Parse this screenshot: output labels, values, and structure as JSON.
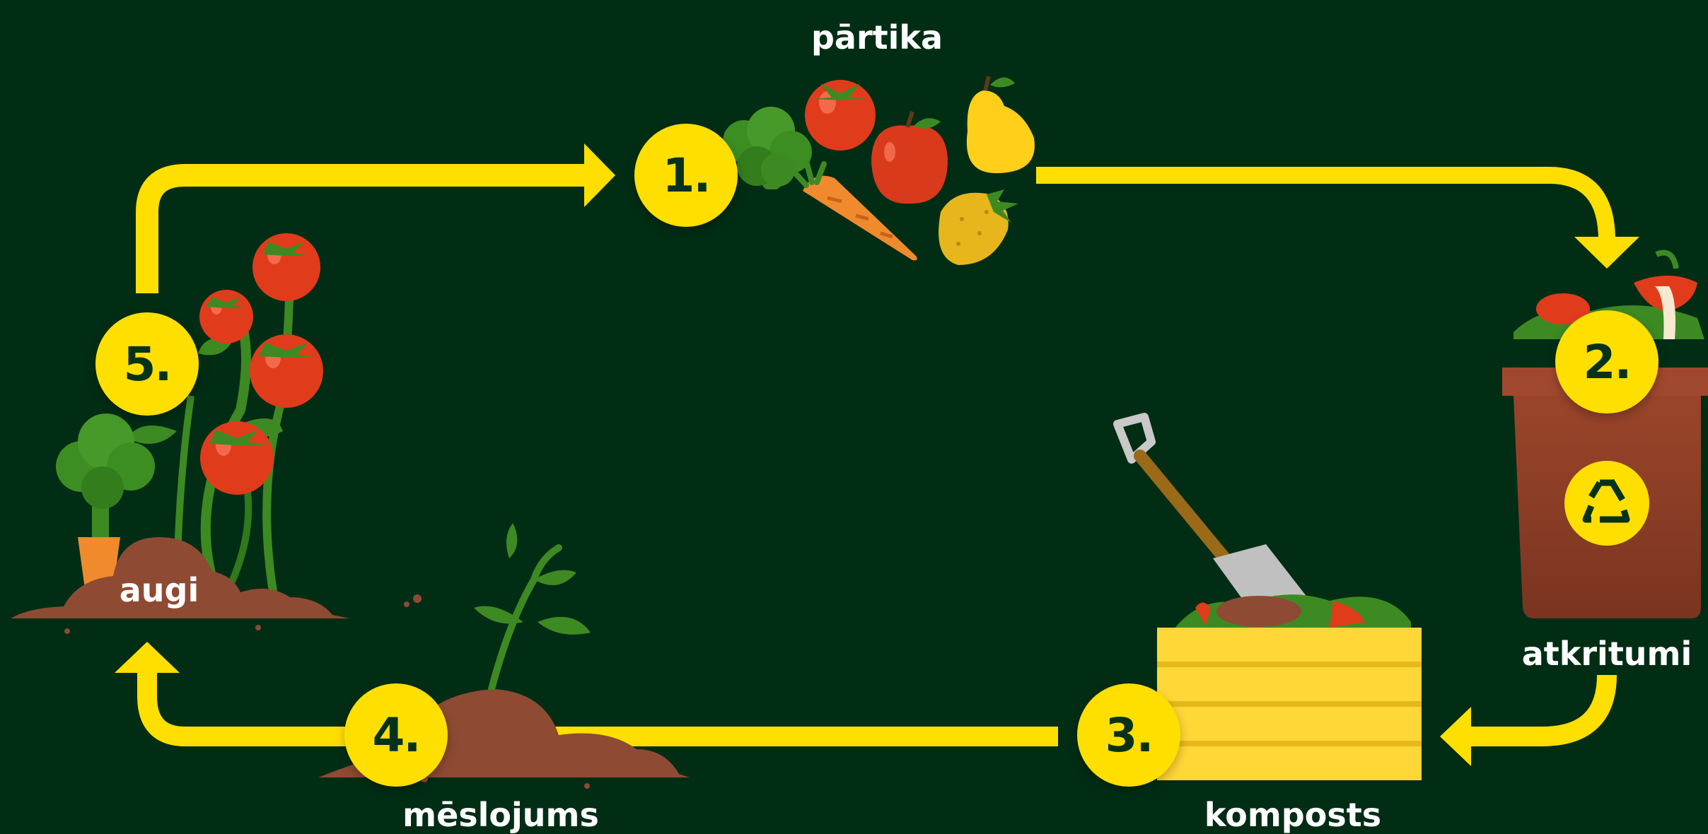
{
  "colors": {
    "background": "#012d15",
    "arrow": "#ffdf00",
    "badge": "#ffdf00",
    "badge_text": "#07321a",
    "label_text": "#ffffff",
    "soil": "#8e4a33",
    "bin": "#8a3c25",
    "crate": "#ffd736"
  },
  "steps": [
    {
      "number": "1.",
      "label": "pārtika",
      "illustration": "fruits-vegetables"
    },
    {
      "number": "2.",
      "label": "atkritumi",
      "illustration": "waste-bin-recycling"
    },
    {
      "number": "3.",
      "label": "komposts",
      "illustration": "compost-crate-shovel"
    },
    {
      "number": "4.",
      "label": "mēslojums",
      "illustration": "soil-seedling"
    },
    {
      "number": "5.",
      "label": "augi",
      "illustration": "tomato-plants-garden"
    }
  ],
  "icons": {
    "recycle": "recycle-icon"
  }
}
